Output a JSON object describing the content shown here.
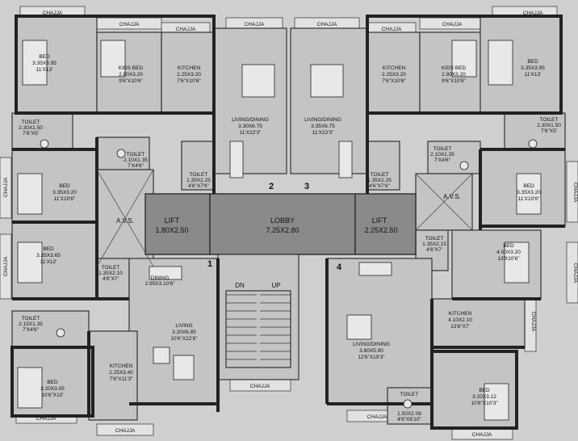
{
  "labels": {
    "chajja": "CHAJJA",
    "toilet": "TOILET",
    "bed": "BED",
    "kids_bed": "KIDS BED",
    "kitchen": "KITCHEN",
    "living_dining": "LIVING/DINING",
    "living": "LIVING",
    "dining": "DINING",
    "avs": "A.V.S.",
    "lift": "LIFT",
    "lobby": "LOBBY",
    "dn": "DN",
    "up": "UP"
  },
  "units": {
    "u1": "1",
    "u2": "2",
    "u3": "3",
    "u4": "4"
  },
  "dims": {
    "bed_tl": [
      "3.35X3.95",
      "11'X13'"
    ],
    "kidsbed_tl": [
      "2.80X3.20",
      "9'6\"X10'6\""
    ],
    "kitchen_tl": [
      "2.25X3.20",
      "7'6\"X10'6\""
    ],
    "living_l": [
      "3.30X6.75",
      "11'X22'3\""
    ],
    "living_r": [
      "3.35X6.75",
      "11'X22'3\""
    ],
    "kitchen_tr": [
      "2.25X3.20",
      "7'6\"X10'6\""
    ],
    "kidsbed_tr": [
      "2.80X3.20",
      "9'6\"X10'6\""
    ],
    "bed_tr": [
      "3.35X3.95",
      "11'X13'"
    ],
    "toilet_tl": [
      "2.30X1.50",
      "7'6\"X5'"
    ],
    "toilet_c1": [
      "2.10X1.35",
      "7'X4'6\""
    ],
    "toilet_c2": [
      "1.35X2.25",
      "4'6\"X7'6\""
    ],
    "toilet_c3": [
      "1.35X2.25",
      "4'6\"X7'6\""
    ],
    "toilet_c4": [
      "2.10X1.35",
      "7'X4'6\""
    ],
    "toilet_tr": [
      "2.30X1.50",
      "7'6\"X5'"
    ],
    "bed_l2": [
      "3.35X3.20",
      "11'X10'6\""
    ],
    "bed_r2": [
      "3.35X3.20",
      "11'X10'6\""
    ],
    "lift_l": "1.80X2.50",
    "lobby": "7.25X2.80",
    "lift_r": "2.25X2.50",
    "bed_l3": [
      "3.35X3.65",
      "11'X12'"
    ],
    "toilet_l3": [
      "1.35X2.10",
      "4'6\"X7'"
    ],
    "dining": "2.95X3.10'6\"",
    "toilet_r3": [
      "1.35X2.15",
      "4'6\"X7'"
    ],
    "bed_r3": [
      "4.00X3.20",
      "13'X10'6\""
    ],
    "toilet_bl": [
      "2.15X1.35",
      "7'X4'6\""
    ],
    "living_bl": [
      "3.20X6.85",
      "10'6\"X22'6\""
    ],
    "kitchen_br": [
      "4.10X2.10",
      "13'6\"X7'"
    ],
    "living_br": [
      "3.80X5.90",
      "12'6\"X19'3\""
    ],
    "bed_bl": [
      "3.20X3.05",
      "10'6\"X10'"
    ],
    "kitchen_bl": [
      "2.25X3.40",
      "7'6\"X11'3\""
    ],
    "toilet_br": [
      "1.50X2.08",
      "4'6\"X6'10\""
    ],
    "bed_br": [
      "3.20X3.12",
      "10'6\"X10'3\""
    ]
  },
  "colors": {
    "background": "#cfcfcf",
    "room": "#c4c4c4",
    "core": "#8a8a8a",
    "wall": "#222222"
  }
}
